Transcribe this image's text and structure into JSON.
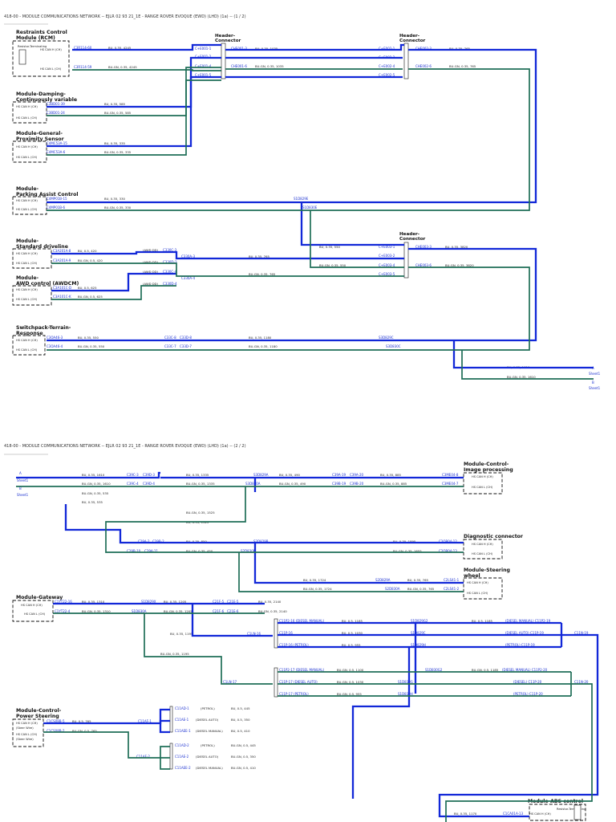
{
  "page1": {
    "title": "418-00 - MODULE COMMUNICATIONS NETWORK -- EJLR 02 93 21_1E - RANGE ROVER EVOQUE (EWD) (LHD) (1a) -- (1 / 2)",
    "modules": {
      "rcm": {
        "name1": "Restraints Control",
        "name2": "Module (RCM)",
        "note": "Resistor-Terminating",
        "pin_h": "HS CAN H (CH)",
        "pin_l": "HS CAN L (CH)",
        "conn_h": "C3R114-60",
        "conn_l": "C3R114-59",
        "wire_h": "BU, 0.35, 4245",
        "wire_l": "BU-GN, 0.35, 4245"
      },
      "damping": {
        "name1": "Module-Damping-",
        "name2": "Continuously variable",
        "pin_h": "HS CAN H (CH)",
        "pin_l": "HS CAN L (CH)",
        "conn_h": "C3BD01-39",
        "conn_l": "C3BD01-24",
        "wire_h": "BU, 0.35, 585",
        "wire_l": "BU-GN, 0.35, 585"
      },
      "proximity": {
        "name1": "Module-General-",
        "name2": "Proximity Sensor",
        "pin_h": "HS CAN H (CH)",
        "pin_l": "HS CAN L (CH)",
        "conn_h": "C4MC53A-15",
        "conn_l": "C4MC53A-6",
        "wire_h": "BU, 0.35, 335",
        "wire_l": "BU-GN, 0.35, 335"
      },
      "parking": {
        "name1": "Module-",
        "name2": "Parking Assist Control",
        "pin_h": "HS CAN H (CH)",
        "pin_l": "HS CAN L (CH)",
        "conn_h": "C4MP01B-15",
        "conn_l": "C4MP01B-6",
        "wire_h": "BU, 0.35, 330",
        "wire_l": "BU-GN, 0.35, 330",
        "splice_h": "S1D829E",
        "splice_l": "S1D830E"
      },
      "driveline": {
        "name1": "Module-",
        "name2": "Standard driveline",
        "pin_h": "HS CAN H (CH)",
        "pin_l": "HS CAN L (CH)",
        "conn_h": "C3A201A-8",
        "conn_l": "C3A201A-9",
        "wire_h": "BU, 0.5, 420",
        "wire_l": "BU-GN, 0.5, 420"
      },
      "awdcm": {
        "name1": "Module-",
        "name2": "AWD control (AWDCM)",
        "pin_h": "HS CAN H (CH)",
        "pin_l": "HS CAN L (CH)",
        "conn_h": "C3A101C-D",
        "conn_l": "C3A101C-K",
        "wire_h": "BU, 0.5, 625",
        "wire_l": "BU-GN, 0.5, 625"
      },
      "terrain": {
        "name1": "Switchpack-Terrain-",
        "name2": "Response",
        "pin_h": "HS CAN H (CH)",
        "pin_l": "HS CAN L (CH)",
        "conn_h": "C3OA46-3",
        "conn_l": "C3OA46-4",
        "wire_h": "BU, 0.35, 550",
        "wire_l": "BU-GN, 0.35, 550"
      }
    },
    "headers": {
      "label1": "Header-",
      "label2": "Connector"
    },
    "h1": {
      "pins": [
        "C+E001-1",
        "C+E001-2",
        "C+E001-4",
        "C+E001-5"
      ],
      "out_h": "CHE001-3",
      "out_l": "CHE001-6",
      "wire_h": "BU, 0.35, 1035",
      "wire_l": "BU-GN, 0.35, 1035"
    },
    "h2": {
      "pins": [
        "C+E002-1",
        "C+E002-2",
        "C+E002-4",
        "C+E002-5"
      ],
      "out_h": "CHE002-3",
      "out_l": "CHE002-6",
      "wire_h": "BU, 0.35, 765",
      "wire_l": "BU-GN, 0.35, 765"
    },
    "h3": {
      "pins": [
        "C+E003-1",
        "C+E003-2",
        "C+E003-4",
        "C+E003-5"
      ],
      "out_h": "CHE003-3",
      "out_l": "CHE003-6",
      "wire_h": "BU, 0.35, 3820",
      "wire_l": "BU-GN, 0.35, 3820",
      "in_h": "BU, 0.35, 550",
      "in_l": "BU-GN, 0.35, 550"
    },
    "awd": {
      "c1": "C330C-3",
      "c2": "C330D-3",
      "c3": "C330C-4",
      "c4": "C330D-4",
      "tag": "(AWD DD)",
      "s1": "C330A-3",
      "s2": "C330A-4",
      "w1": "BU, 0.35, 765",
      "w2": "BU-GN, 0.35, 765"
    },
    "terrain_mid": {
      "c1": "C33C-8",
      "c2": "C33D-8",
      "c3": "C33C-7",
      "c4": "C33D-7",
      "w1": "BU, 0.35, 1180",
      "w2": "BU-GN, 0.35, 1180",
      "s1": "S3D829C",
      "s2": "S3D830C"
    },
    "sheet_out": {
      "w1": "BU, 0.35, 1610",
      "w2": "BU-GN, 0.35, 1610",
      "a": "A",
      "b": "B",
      "sheet": "Sheet1"
    }
  },
  "page2": {
    "title": "418-00 - MODULE COMMUNICATIONS NETWORK -- EJLR 02 93 21_1E - RANGE ROVER EVOQUE (EWD) (LHD) (1a) -- (2 / 2)",
    "sheet_in": {
      "a": "A",
      "b": "B",
      "sheet": "Sheet1"
    },
    "top": {
      "w1": "BU, 0.35, 1610",
      "w2": "BU-GN, 0.35, 1610",
      "w3": "BU-GN, 0.35, 535",
      "w4": "BU, 0.35, 535",
      "c1": "C39C-3",
      "c2": "C39D-3",
      "c3": "C39C-4",
      "c4": "C39D-4",
      "w5": "BU, 0.35, 1335",
      "w6": "BU-GN, 0.35, 1335",
      "s1": "S3D829A",
      "s2": "S3D830A",
      "w7": "BU, 0.35, 490",
      "w8": "BU-GN, 0.35, 490",
      "c5": "C39A-19",
      "c6": "C39B-19",
      "c7": "C39A-20",
      "c8": "C39B-20",
      "w9": "BU, 0.35, 885",
      "w10": "BU-GN, 0.35, 885",
      "e1": "C3ME04-8",
      "e2": "C3ME04-7"
    },
    "image": {
      "name1": "Module-Control-",
      "name2": "Image processing",
      "pin_h": "HS CAN H (CH)",
      "pin_l": "HS CAN L (CH)"
    },
    "mid": {
      "w1": "BU-GN, 0.35, 1525",
      "w2": "BU, 0.35, 1525",
      "c1": "C29A-2",
      "c2": "C29B-2",
      "c3": "C29B-10",
      "c4": "C29A-11",
      "w3": "BU, 0.35, 850",
      "w4": "BU-GN, 0.35, 450",
      "s1": "S2D829B",
      "s2": "S2D830B",
      "w5": "BU, 0.35, 1895",
      "w6": "BU-GN, 0.35, 1655",
      "e1": "C2OB04-12",
      "e2": "C2OB04-13"
    },
    "diag": {
      "name1": "Diagnostic connector",
      "pin_h": "HS CAN H (CH)",
      "pin_l": "HS CAN L (CH)"
    },
    "steering": {
      "name1": "Module-Steering",
      "name2": "wheel",
      "pin_h": "HS CAN H (CH)",
      "pin_l": "HS CAN L (CH)",
      "w1": "BU, 0.35, 1724",
      "w2": "BU-GN, 0.35, 1724",
      "s1": "S2D829A",
      "s2": "S2D830A",
      "w3": "BU, 0.35, 765",
      "w4": "BU-GN, 0.35, 765",
      "e1": "C2LS41-1",
      "e2": "C2LS41-2"
    },
    "gateway": {
      "name1": "Module-Gateway",
      "pin_h": "HS CAN H (CH)",
      "pin_l": "HS CAN L (CH)",
      "conn_h": "C1YT22-16",
      "conn_l": "C1YT22-4",
      "wire_h": "BU, 0.35, 1310",
      "wire_l": "BU-GN, 0.35, 1310",
      "s1": "S1D829X",
      "s2": "S1D830A",
      "w3": "BU, 0.35, 1205",
      "w4": "BU-GN, 0.35, 1205",
      "c1": "C21F-5",
      "c2": "C21E-5",
      "c3": "C21F-6",
      "c4": "C21E-6",
      "w5": "BU, 0.35, 2140",
      "w6": "BU-GN, 0.35, 2140",
      "w7": "BU, 0.35, 1195",
      "w8": "BU-GN, 0.35, 1195",
      "n1": "C1LN-16",
      "n2": "C1LN-17"
    },
    "engine": {
      "rows_h": [
        {
          "c": "C11P2-16 (DIESEL MANUAL)",
          "w": "BU, 0.5, 1185",
          "e": "(DIESEL MANUAL) C11P2-19"
        },
        {
          "c": "C11P-16",
          "w": "BU, 0.5, 1030",
          "e": "(DIESEL AUTO) C11P-19"
        },
        {
          "c": "C11P-16 (PETROL)",
          "w": "BU, 0.5, 955",
          "e": "(PETROL) C11P-19"
        }
      ],
      "rows_l": [
        {
          "c": "C11P2-17 (DIESEL MANUAL)",
          "w": "BU-GN, 0.5, 1100",
          "e": "(DIESEL MANUAL) C11P2-20"
        },
        {
          "c": "C11P-17 (DIESEL AUTO)",
          "w": "BU-GN, 0.5, 1030",
          "e": "(DIESEL) C11P-20"
        },
        {
          "c": "C11P-17 (PETROL)",
          "w": "BU-GN, 0.5, 955",
          "e": "(PETROL) C11P-20"
        }
      ],
      "s_h": [
        "S1D829G2",
        "S1D829C",
        "S1D829H"
      ],
      "s_l": [
        "S1D830G2",
        "S1D830G",
        "S1D830H"
      ],
      "w_h2": "BU, 0.5, 1185",
      "w_l2": "BU-GN, 0.5, 1185",
      "out_h": "C11N-19",
      "out_l": "C11N-20"
    },
    "power": {
      "name1": "Module-Control-",
      "name2": "Power Steering",
      "pin_h": "HS CAN H (CH)",
      "pin_l": "HS CAN L (CH)",
      "tag": "(Steer Wire)",
      "conn_h": "C1CS08B-5",
      "conn_l": "C1CS08B-2",
      "wire_h": "BU, 0.5, 765",
      "wire_l": "BU-GN, 0.5, 765",
      "f1": "C11AF-1",
      "f2": "C11AF-2",
      "rows": [
        {
          "c": "C11AD-1",
          "tag": "(PETROL)",
          "w": "BU, 0.5, 445"
        },
        {
          "c": "C11AE-1",
          "tag": "(DIESEL AUTO)",
          "w": "BU, 0.5, 350"
        },
        {
          "c": "C11AEE-1",
          "tag": "(DIESEL MANUAL)",
          "w": "BU, 0.5, 410"
        },
        {
          "c": "C11AD-2",
          "tag": "(PETROL)",
          "w": "BU-GN, 0.5, 445"
        },
        {
          "c": "C11AE-2",
          "tag": "(DIESEL AUTO)",
          "w": "BU-GN, 0.5, 350"
        },
        {
          "c": "C11AEE-2",
          "tag": "(DIESEL MANUAL)",
          "w": "BU-GN, 0.5, 410"
        }
      ]
    },
    "abs": {
      "name1": "Module-ABS control",
      "note": "Resistor-Terminating",
      "pin_h": "HS CAN H (CH)",
      "conn_h": "C1CA01A-13",
      "wire_h": "BU, 0.35, 1170"
    }
  }
}
